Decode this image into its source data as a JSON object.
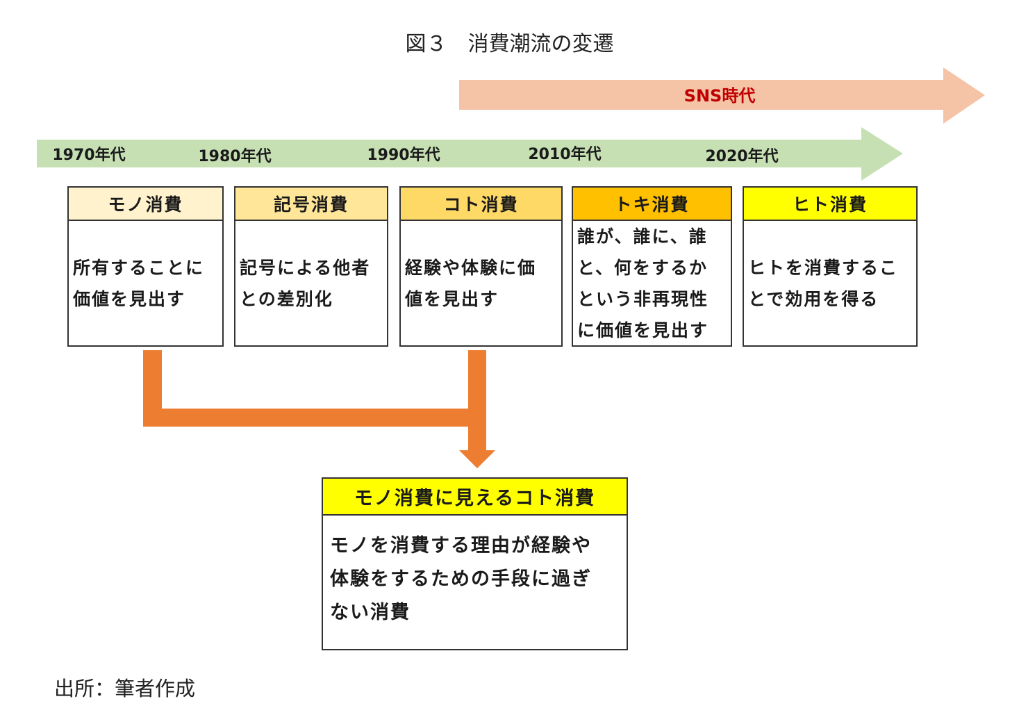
{
  "figure": {
    "title": "図３　消費潮流の変遷",
    "source": "出所：筆者作成"
  },
  "colors": {
    "sns_arrow": "#f5c3a6",
    "sns_text": "#c00000",
    "timeline_arrow": "#c6e0b4",
    "connector": "#ed7d31",
    "border": "#333333"
  },
  "sns_arrow": {
    "label": "SNS時代"
  },
  "timeline": {
    "decades": [
      "1970年代",
      "1980年代",
      "1990年代",
      "2010年代",
      "2020年代"
    ]
  },
  "stages": [
    {
      "title": "モノ消費",
      "color": "#fff2cc",
      "lines": [
        "所有することに",
        "価値を見出す"
      ]
    },
    {
      "title": "記号消費",
      "color": "#ffe699",
      "lines": [
        "記号による他者",
        "との差別化"
      ]
    },
    {
      "title": "コト消費",
      "color": "#ffd966",
      "lines": [
        "経験や体験に価",
        "値を見出す"
      ]
    },
    {
      "title": "トキ消費",
      "color": "#ffc000",
      "lines": [
        "誰が、誰に、誰",
        "と、何をするか",
        "という非再現性",
        "に価値を見出す"
      ]
    },
    {
      "title": "ヒト消費",
      "color": "#ffff00",
      "lines": [
        "ヒトを消費するこ",
        "とで効用を得る"
      ]
    }
  ],
  "result": {
    "title": "モノ消費に見えるコト消費",
    "color": "#ffff00",
    "lines": [
      "モノを消費する理由が経験や",
      "体験をするための手段に過ぎ",
      "ない消費"
    ]
  }
}
